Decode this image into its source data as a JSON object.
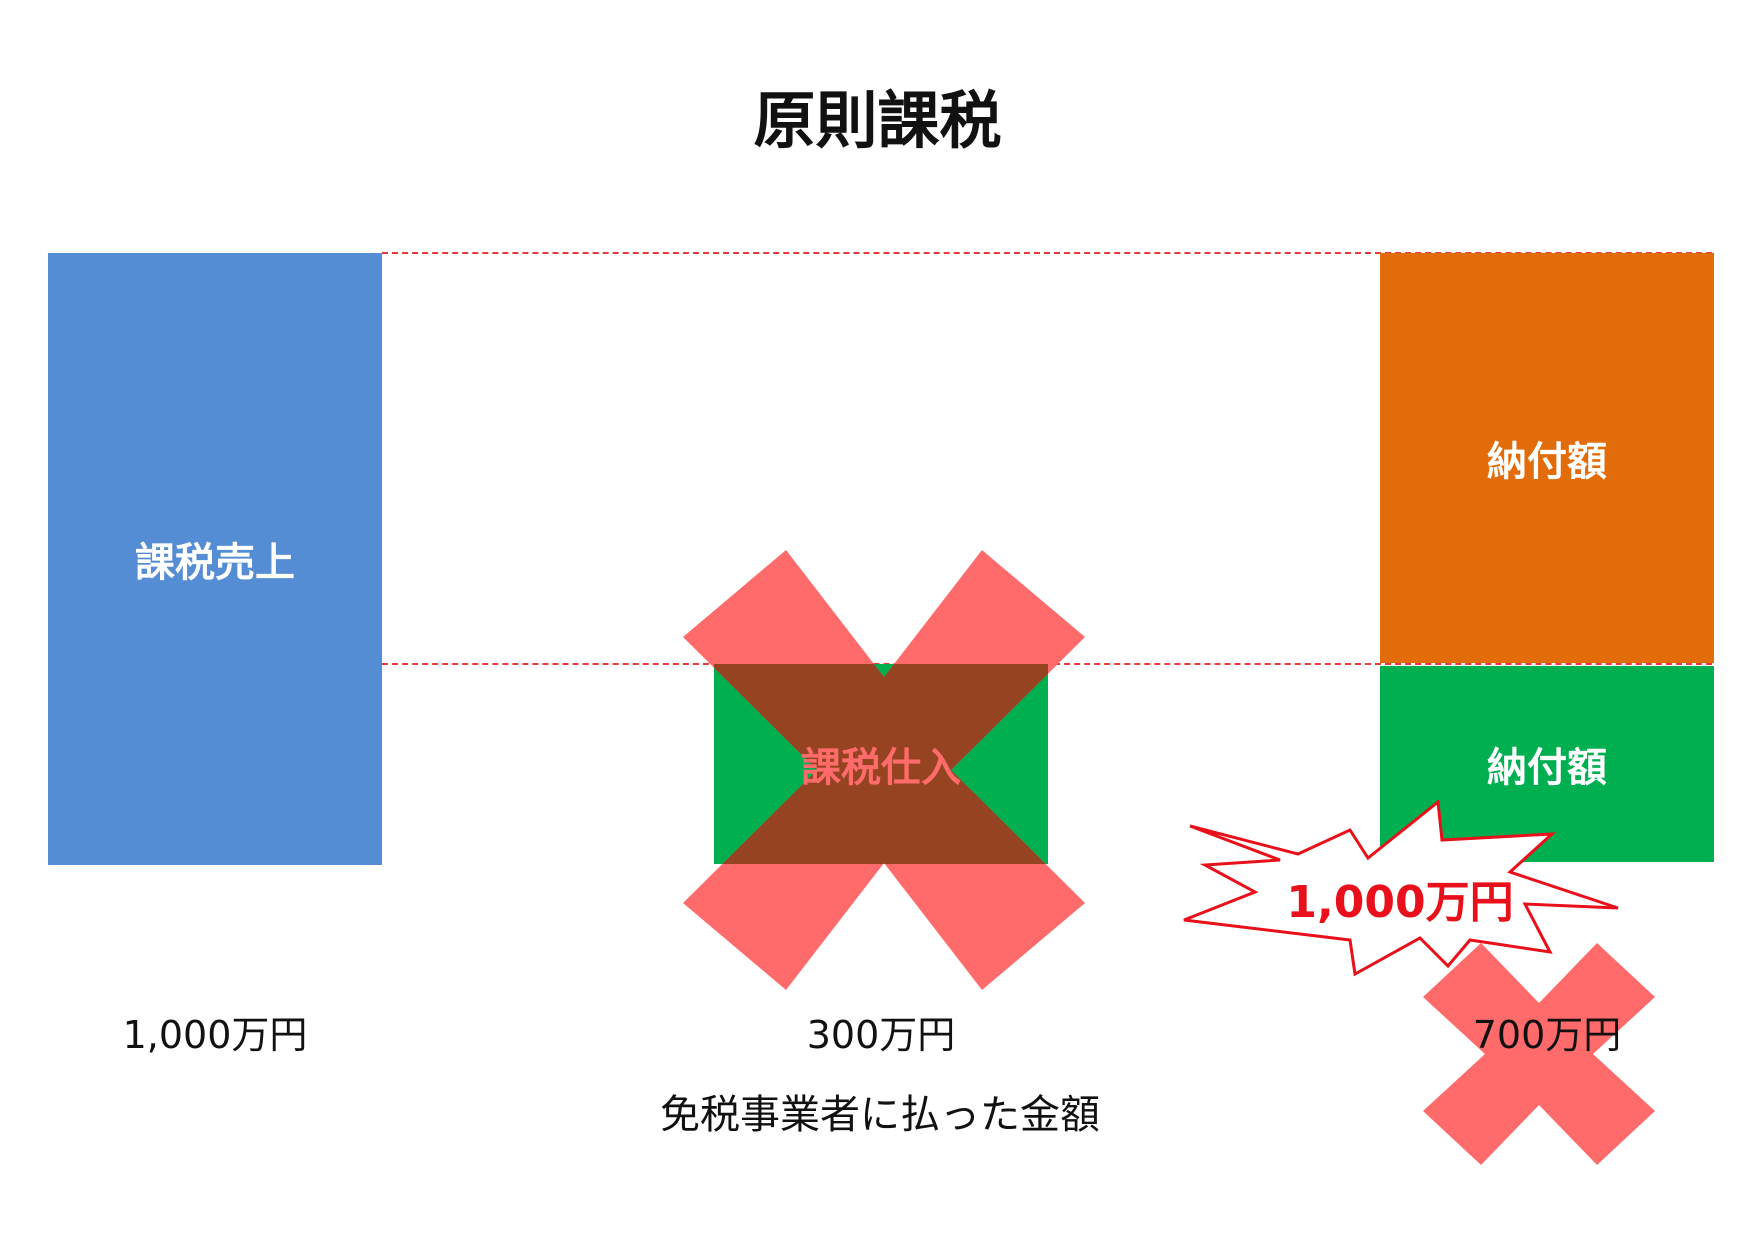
{
  "title": "原則課税",
  "boxes": {
    "sales": {
      "label": "課税売上",
      "color": "#548dd4"
    },
    "purchase": {
      "label": "課税仕入",
      "color": "#00b050",
      "label_color": "#ff6b6b"
    },
    "pay_top": {
      "label": "納付額",
      "color": "#e36c0a"
    },
    "pay_bottom": {
      "label": "納付額",
      "color": "#00b050"
    }
  },
  "amounts": {
    "sales": "1,000万円",
    "purchase": "300万円",
    "payment": "700万円"
  },
  "purchase_note": "免税事業者に払った金額",
  "burst": {
    "label": "1,000万円",
    "color": "#e8101a"
  },
  "cross_color": "#ff6b6b",
  "guide_color": "#e83a3a"
}
